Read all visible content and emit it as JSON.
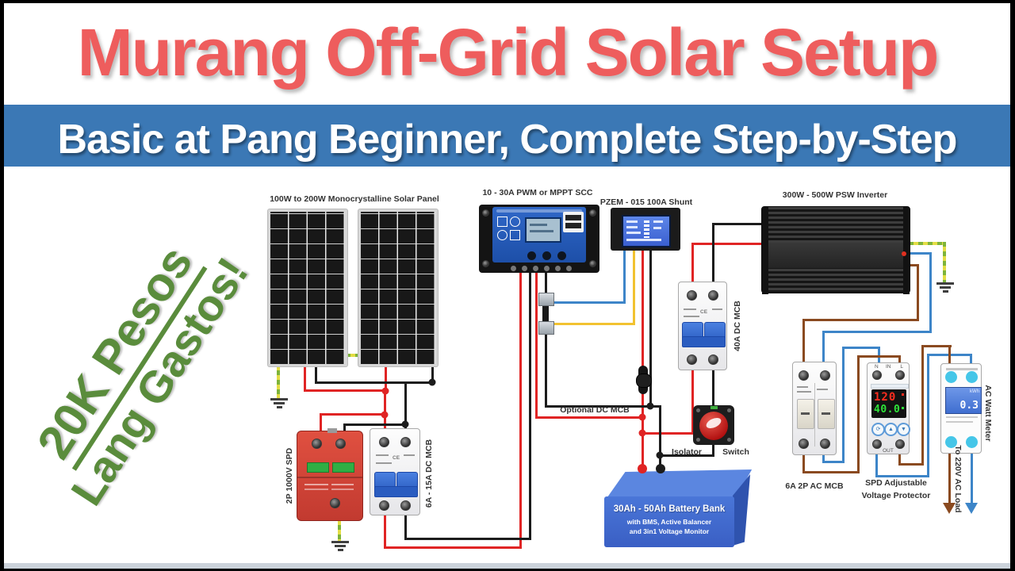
{
  "header": {
    "title": "Murang Off-Grid Solar Setup",
    "title_color": "#ee5d5d",
    "subtitle": "Basic at Pang Beginner, Complete Step-by-Step",
    "banner_color": "#3b78b5"
  },
  "promo": {
    "line1": "20K Pesos",
    "line2": "Lang Gastos!",
    "color": "#5a8c3c"
  },
  "labels": {
    "solar_panel": "100W to 200W Monocrystalline Solar Panel",
    "scc": "10 - 30A PWM or MPPT SCC",
    "pzem": "PZEM - 015 100A Shunt",
    "inverter": "300W - 500W PSW Inverter",
    "spd_dc": "2P 1000V SPD",
    "dc_mcb_small": "6A - 15A DC MCB",
    "dc_mcb_big": "40A DC MCB",
    "optional_mcb": "Optional DC MCB",
    "isolator_left": "Isolator",
    "isolator_right": "Switch",
    "ac_mcb": "6A 2P AC MCB",
    "avp_line1": "SPD Adjustable",
    "avp_line2": "Voltage Protector",
    "watt_meter": "AC Watt Meter",
    "ac_load": "To 220V AC Load",
    "ce_mark": "CE"
  },
  "battery": {
    "line1": "30Ah - 50Ah Battery Bank",
    "line2": "with BMS, Active Balancer",
    "line3": "and 3in1 Voltage Monitor"
  },
  "voltage_protector": {
    "red_display": "120",
    "green_display": "40.0",
    "n_label": "N",
    "in_label": "IN",
    "l_label": "L",
    "out_label": "OUT"
  },
  "watt_meter_display": {
    "unit": "kWh",
    "value": "0.3"
  },
  "wire_colors": {
    "positive_red": "#e02424",
    "negative_black": "#1c1c1c",
    "sense_blue": "#3d85c8",
    "sense_yellow": "#f2c230",
    "ac_brown": "#8a4a20",
    "ground_green": "#7eb33a",
    "ground_yellow": "#e3dd45"
  },
  "diagram": {
    "wires": [
      [
        349,
        455,
        4,
        47,
        "g"
      ],
      [
        436,
        446,
        17,
        4,
        "g"
      ],
      [
        426,
        650,
        4,
        32,
        "g"
      ],
      [
        1146,
        305,
        47,
        4,
        "g"
      ],
      [
        1189,
        305,
        4,
        51,
        "g"
      ],
      [
        383,
        455,
        3,
        39,
        "r"
      ],
      [
        383,
        491,
        104,
        3,
        "r"
      ],
      [
        485,
        455,
        3,
        39,
        "r"
      ],
      [
        484,
        493,
        3,
        31,
        "r"
      ],
      [
        403,
        521,
        83,
        3,
        "r"
      ],
      [
        403,
        521,
        3,
        32,
        "r"
      ],
      [
        484,
        521,
        3,
        28,
        "r"
      ],
      [
        484,
        646,
        3,
        46,
        "r"
      ],
      [
        484,
        689,
        174,
        3,
        "r"
      ],
      [
        655,
        338,
        3,
        354,
        "r"
      ],
      [
        675,
        338,
        3,
        190,
        "r"
      ],
      [
        675,
        525,
        3,
        3,
        "r"
      ],
      [
        675,
        525,
        137,
        3,
        "r"
      ],
      [
        809,
        314,
        3,
        149,
        "r"
      ],
      [
        809,
        495,
        3,
        97,
        "r"
      ],
      [
        809,
        545,
        67,
        3,
        "r"
      ],
      [
        872,
        466,
        3,
        82,
        "r"
      ],
      [
        872,
        306,
        3,
        52,
        "r"
      ],
      [
        872,
        306,
        94,
        3,
        "r"
      ],
      [
        397,
        455,
        3,
        29,
        "k"
      ],
      [
        397,
        481,
        150,
        3,
        "k"
      ],
      [
        544,
        455,
        3,
        29,
        "k"
      ],
      [
        510,
        481,
        3,
        56,
        "k"
      ],
      [
        433,
        534,
        80,
        3,
        "k"
      ],
      [
        433,
        534,
        3,
        16,
        "k"
      ],
      [
        510,
        534,
        3,
        16,
        "k"
      ],
      [
        510,
        646,
        3,
        35,
        "k"
      ],
      [
        510,
        678,
        160,
        3,
        "k"
      ],
      [
        667,
        338,
        3,
        343,
        "k"
      ],
      [
        687,
        338,
        3,
        38,
        "k"
      ],
      [
        687,
        413,
        3,
        101,
        "k"
      ],
      [
        687,
        511,
        147,
        3,
        "k"
      ],
      [
        819,
        314,
        3,
        200,
        "k"
      ],
      [
        831,
        511,
        3,
        65,
        "k"
      ],
      [
        831,
        573,
        70,
        3,
        "k"
      ],
      [
        831,
        573,
        3,
        19,
        "k"
      ],
      [
        898,
        557,
        3,
        19,
        "k"
      ],
      [
        898,
        464,
        3,
        51,
        "k"
      ],
      [
        898,
        281,
        3,
        77,
        "k"
      ],
      [
        898,
        281,
        66,
        3,
        "k"
      ],
      [
        786,
        314,
        3,
        69,
        "b"
      ],
      [
        693,
        380,
        96,
        3,
        "b"
      ],
      [
        798,
        314,
        3,
        96,
        "y"
      ],
      [
        693,
        407,
        108,
        3,
        "y"
      ],
      [
        1146,
        318,
        29,
        3,
        "b"
      ],
      [
        1172,
        318,
        3,
        102,
        "b"
      ],
      [
        1037,
        417,
        138,
        3,
        "b"
      ],
      [
        1037,
        417,
        3,
        56,
        "b"
      ],
      [
        1037,
        558,
        3,
        26,
        "b"
      ],
      [
        1037,
        581,
        28,
        3,
        "b"
      ],
      [
        1062,
        437,
        3,
        147,
        "b"
      ],
      [
        1062,
        437,
        48,
        3,
        "b"
      ],
      [
        1107,
        437,
        3,
        38,
        "b"
      ],
      [
        1104,
        558,
        3,
        44,
        "b"
      ],
      [
        1104,
        599,
        68,
        3,
        "b"
      ],
      [
        1169,
        446,
        3,
        156,
        "b"
      ],
      [
        1169,
        446,
        57,
        3,
        "b"
      ],
      [
        1223,
        446,
        3,
        30,
        "b"
      ],
      [
        1224,
        560,
        3,
        76,
        "b"
      ],
      [
        1146,
        333,
        13,
        3,
        "n"
      ],
      [
        1156,
        333,
        3,
        72,
        "n"
      ],
      [
        1012,
        402,
        147,
        3,
        "n"
      ],
      [
        1012,
        402,
        3,
        64,
        "n"
      ],
      [
        1012,
        558,
        3,
        39,
        "n"
      ],
      [
        1012,
        594,
        72,
        3,
        "n"
      ],
      [
        1081,
        448,
        3,
        149,
        "n"
      ],
      [
        1081,
        448,
        55,
        3,
        "n"
      ],
      [
        1133,
        448,
        3,
        28,
        "n"
      ],
      [
        1133,
        558,
        3,
        29,
        "n"
      ],
      [
        1133,
        584,
        32,
        3,
        "n"
      ],
      [
        1162,
        435,
        3,
        152,
        "n"
      ],
      [
        1162,
        435,
        38,
        3,
        "n"
      ],
      [
        1196,
        435,
        3,
        40,
        "n"
      ],
      [
        1196,
        560,
        3,
        76,
        "n"
      ]
    ],
    "dots": [
      [
        486,
        493,
        "r",
        9
      ],
      [
        485,
        523,
        "r",
        9
      ],
      [
        810,
        526,
        "r",
        9
      ],
      [
        810,
        546,
        "r",
        9
      ],
      [
        810,
        591,
        "r",
        12
      ],
      [
        545,
        482,
        "k",
        9
      ],
      [
        511,
        535,
        "k",
        9
      ],
      [
        820,
        512,
        "k",
        9
      ],
      [
        832,
        574,
        "k",
        9
      ],
      [
        833,
        591,
        "k",
        12
      ]
    ]
  }
}
